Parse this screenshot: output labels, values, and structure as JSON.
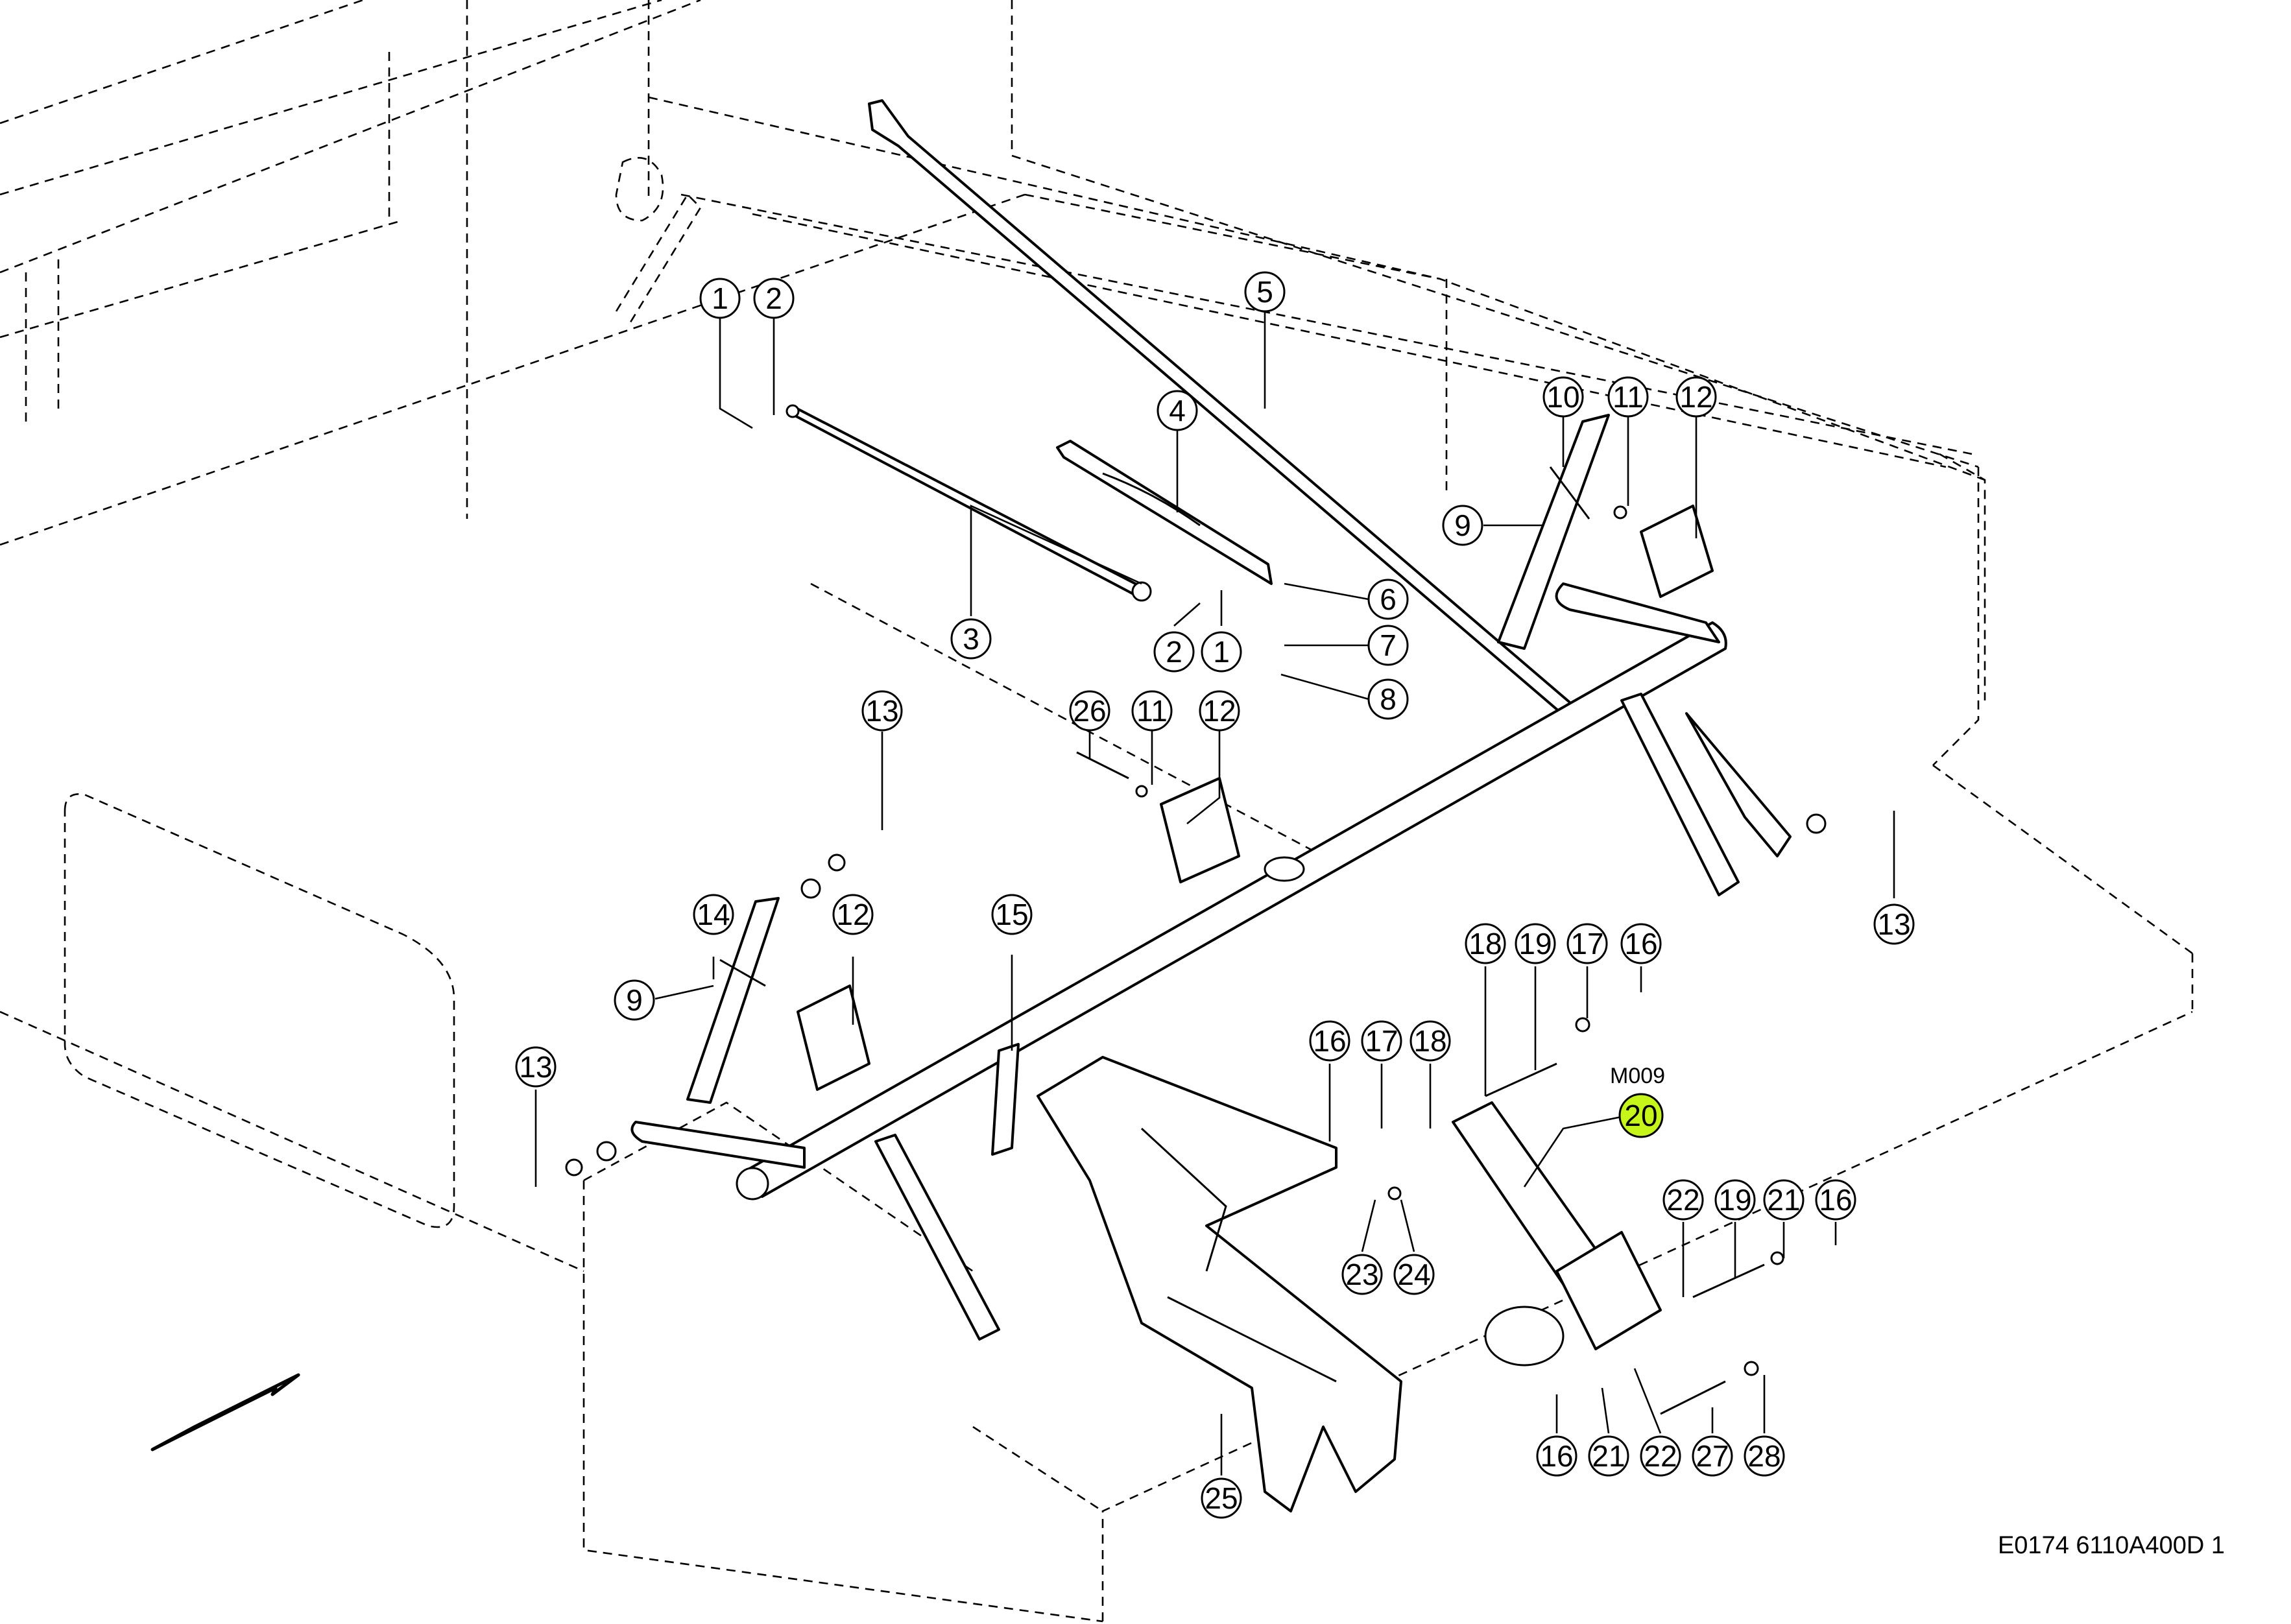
{
  "drawing": {
    "reference_code": "E0174 6110A400D 1",
    "module_code": "M009",
    "highlight_color": "#c6f51a",
    "direction_arrow_icon": "direction-arrow-icon"
  },
  "callouts": {
    "c1a": "1",
    "c2a": "2",
    "c3": "3",
    "c4": "4",
    "c5": "5",
    "c2b": "2",
    "c1b": "1",
    "c6": "6",
    "c7": "7",
    "c8": "8",
    "c10": "10",
    "c11a": "11",
    "c12a": "12",
    "c9a": "9",
    "c26": "26",
    "c11b": "11",
    "c12b": "12",
    "c13a": "13",
    "c13b": "13",
    "c14": "14",
    "c12c": "12",
    "c15": "15",
    "c9b": "9",
    "c13c": "13",
    "c18a": "18",
    "c19a": "19",
    "c17a": "17",
    "c16a": "16",
    "c16b": "16",
    "c17b": "17",
    "c18b": "18",
    "c20": "20",
    "c22a": "22",
    "c19b": "19",
    "c21a": "21",
    "c16c": "16",
    "c23": "23",
    "c24": "24",
    "c25": "25",
    "c16d": "16",
    "c21b": "21",
    "c22b": "22",
    "c27": "27",
    "c28": "28"
  }
}
